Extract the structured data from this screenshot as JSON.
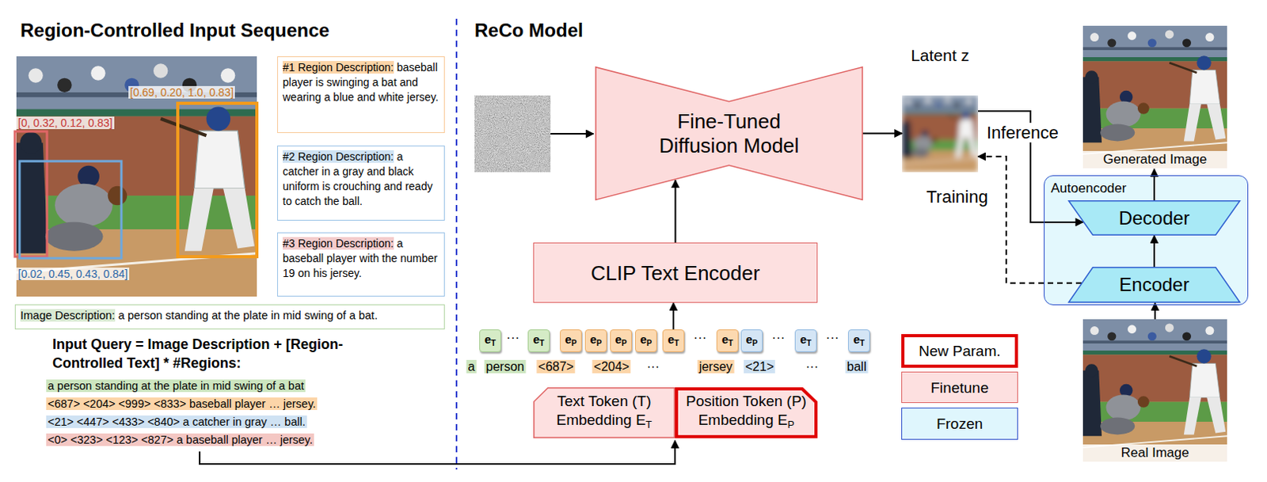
{
  "diagram": {
    "nodes": [
      {
        "text": [
          "#1 Region Description:",
          "baseball player is swinging a bat and wearing a blue and white jersey."
        ]
      },
      {
        "text": [
          "#2 Region Description:",
          "a catcher in a gray and black uniform is crouching and ready to catch the ball."
        ]
      },
      {
        "text": [
          "#3 Region Description:",
          "a baseball player with the number 19 on his jersey."
        ]
      },
      {
        "text": [
          "Image Description:",
          "a person standing at the plate in mid swing of a bat."
        ]
      },
      {
        "text": [
          "Fine-Tuned Diffusion Model"
        ]
      },
      {
        "text": [
          "Latent z"
        ]
      },
      {
        "text": [
          "Generated Image"
        ]
      },
      {
        "text": [
          "Autoencoder"
        ]
      },
      {
        "text": [
          "Decoder"
        ],
        "in": 7
      },
      {
        "text": [
          "Encoder"
        ],
        "in": 7
      },
      {
        "text": [
          "Real Image"
        ]
      },
      {
        "text": [
          "CLIP Text Encoder"
        ]
      },
      {
        "text": [
          "e",
          "T"
        ]
      },
      {
        "text": [
          "e",
          "T"
        ]
      },
      {
        "text": [
          "e",
          "P"
        ]
      },
      {
        "text": [
          "e",
          "P"
        ]
      },
      {
        "text": [
          "e",
          "P"
        ]
      },
      {
        "text": [
          "e",
          "P"
        ]
      },
      {
        "text": [
          "e",
          "T"
        ]
      },
      {
        "text": [
          "e",
          "T"
        ]
      },
      {
        "text": [
          "e",
          "P"
        ]
      },
      {
        "text": [
          "e",
          "T"
        ]
      },
      {
        "text": [
          "e",
          "T"
        ]
      },
      {
        "text": [
          "Text Token (T) Embedding E",
          "T"
        ]
      },
      {
        "text": [
          "Position Token (P) Embedding E",
          "P"
        ]
      }
    ],
    "edges": [
      {
        "from": 4,
        "to": 5,
        "arrow": "to"
      },
      {
        "from": 11,
        "to": 4,
        "arrow": "to"
      },
      {
        "from": 18,
        "to": 11,
        "arrow": "to"
      },
      {
        "from": 5,
        "to": 8,
        "arrow": "to"
      },
      {
        "from": 9,
        "to": 5,
        "arrow": "to"
      },
      {
        "from": 9,
        "to": 8,
        "arrow": "to"
      },
      {
        "from": 8,
        "to": 6,
        "arrow": "to"
      },
      {
        "from": 10,
        "to": 9,
        "arrow": "to"
      }
    ],
    "labels": [
      "Region-Controlled Input Sequence",
      "ReCo Model",
      "[0.69, 0.20, 1.0, 0.83]",
      "[0, 0.32, 0.12, 0.83]",
      "[0.02, 0.45, 0.43, 0.84]",
      "Input Query = Image Description + [Region-Controlled Text] * #Regions:",
      "a person standing at the plate in mid swing of a bat",
      "<687> <204> <999> <833> baseball player … jersey.",
      "<21> <447> <433> <840> a catcher in gray … ball.",
      "<0> <323> <123> <827> a baseball player … jersey.",
      "Inference",
      "Training",
      "···",
      "···",
      "···",
      "···",
      "a",
      "person",
      "<687>",
      "<204>",
      "···",
      "jersey",
      "<21>",
      "···",
      "ball"
    ],
    "legend": [
      {
        "text": "New Param.",
        "color": "#e00000"
      },
      {
        "text": "Finetune",
        "color": "#fde0e0"
      },
      {
        "text": "Frozen",
        "color": "#dff6fd"
      }
    ]
  }
}
